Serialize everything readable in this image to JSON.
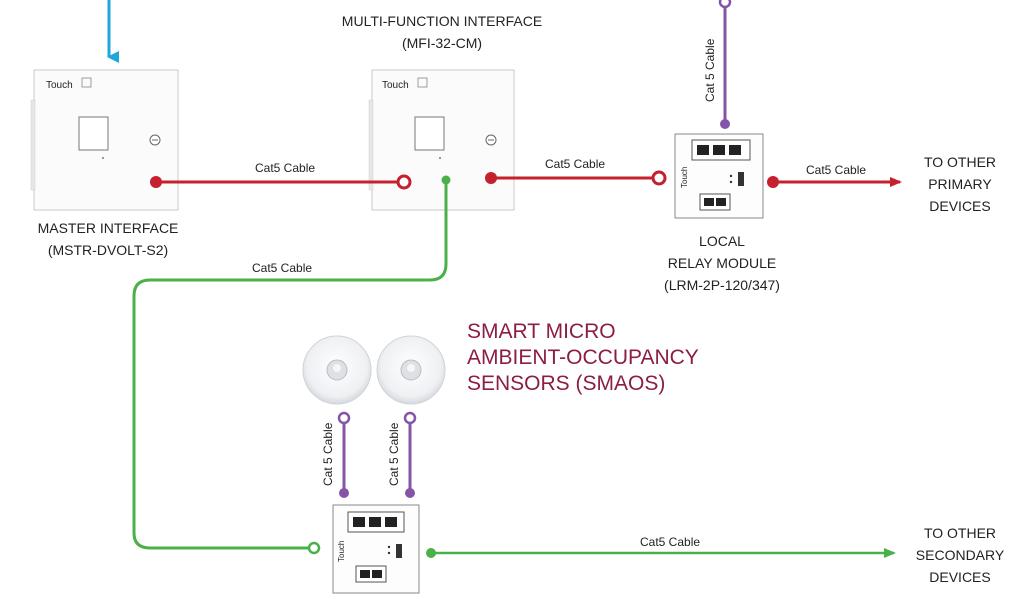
{
  "colors": {
    "blue": "#1ea7dc",
    "red": "#c4202e",
    "green": "#4ab04a",
    "purple": "#8455a6",
    "title_accent": "#8c1d46"
  },
  "devices": {
    "master": {
      "name": "MASTER INTERFACE",
      "model": "(MSTR-DVOLT-S2)",
      "logo": "Touch"
    },
    "mfi": {
      "name": "MULTI-FUNCTION INTERFACE",
      "model": "(MFI-32-CM)",
      "logo": "Touch"
    },
    "lrm": {
      "line1": "LOCAL",
      "line2": "RELAY MODULE",
      "model": "(LRM-2P-120/347)",
      "logo": "Touch"
    },
    "lrm2": {
      "logo": "Touch"
    },
    "smaos": {
      "line1": "SMART MICRO",
      "line2": "AMBIENT-OCCUPANCY",
      "line3": "SENSORS (SMAOS)"
    }
  },
  "cables": {
    "master_mfi": "Cat5 Cable",
    "mfi_lrm": "Cat5 Cable",
    "lrm_other": "Cat5 Cable",
    "mfi_secondary": "Cat5 Cable",
    "lrm_top": "Cat 5 Cable",
    "sensor_left": "Cat 5 Cable",
    "sensor_right": "Cat 5 Cable",
    "secondary_out": "Cat5 Cable"
  },
  "destinations": {
    "primary": {
      "line1": "TO OTHER",
      "line2": "PRIMARY",
      "line3": "DEVICES"
    },
    "secondary": {
      "line1": "TO OTHER",
      "line2": "SECONDARY",
      "line3": "DEVICES"
    }
  }
}
